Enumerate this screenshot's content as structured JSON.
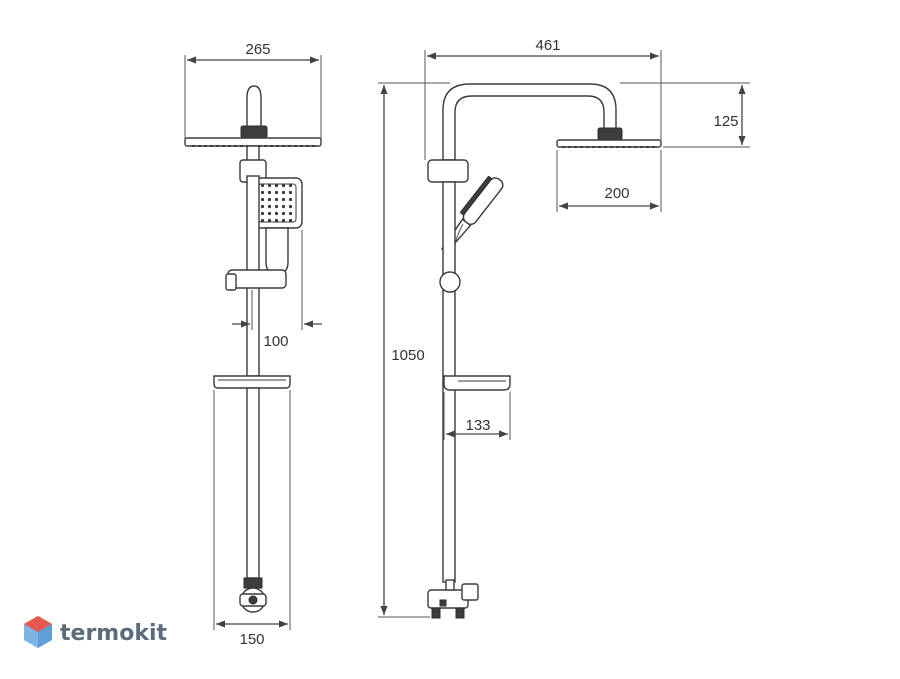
{
  "dimensions": {
    "front_headshower_width": "265",
    "front_handshower_offset": "100",
    "front_soap_dish_width": "150",
    "side_arm_length": "461",
    "side_head_height": "125",
    "side_head_diameter": "200",
    "total_height": "1050",
    "side_soap_dish_depth": "133"
  },
  "logo": {
    "brand": "termokit"
  },
  "colors": {
    "line": "#444444",
    "logo_text": "#5a6b7c",
    "logo_red": "#e8574b",
    "logo_blue": "#5d9fd8"
  }
}
